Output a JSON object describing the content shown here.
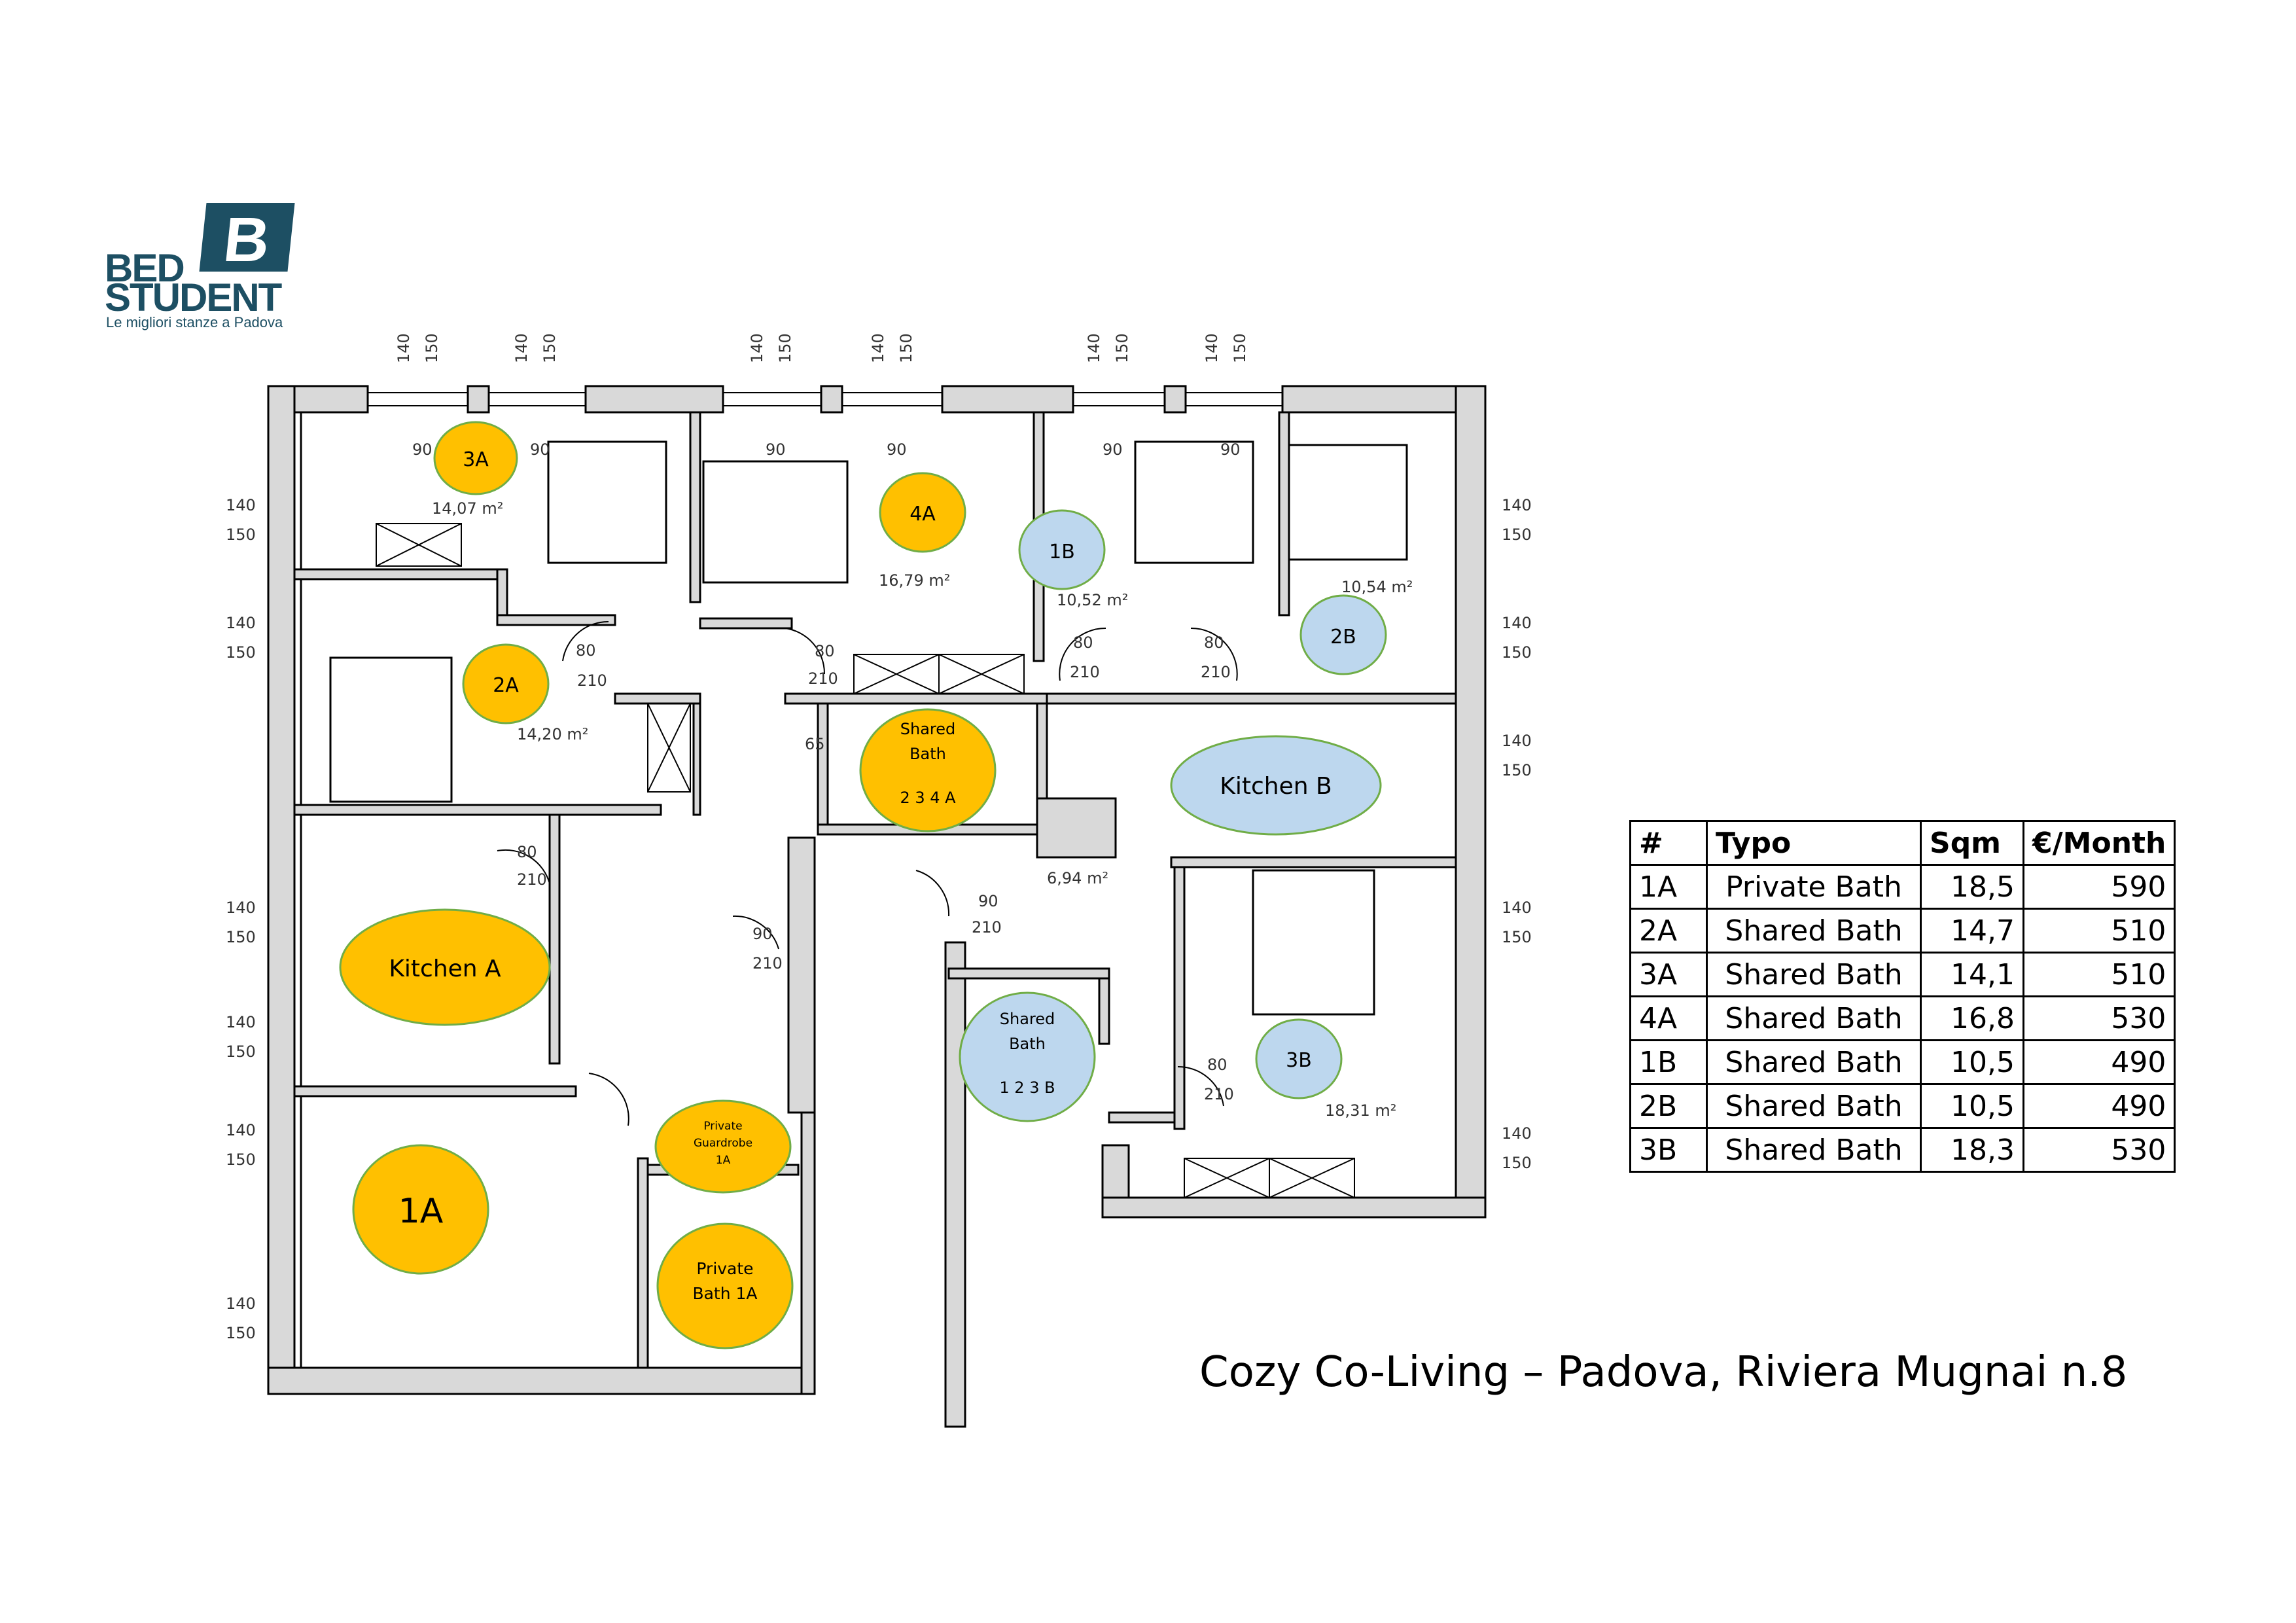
{
  "logo": {
    "mark": "B",
    "line1": "BED",
    "line2": "STUDENT",
    "tagline": "Le migliori stanze a Padova",
    "color": "#1d4f63"
  },
  "colors": {
    "a_unit_fill": "#ffc000",
    "b_unit_fill": "#bdd7ee",
    "oval_border": "#70ad47",
    "wall_fill": "#d9d9d9",
    "wall_stroke": "#000000"
  },
  "rooms": {
    "r3A": {
      "label": "3A",
      "area": "14,07 m²"
    },
    "r4A": {
      "label": "4A",
      "area": "16,79 m²"
    },
    "r1B": {
      "label": "1B",
      "area": "10,52 m²"
    },
    "r2B": {
      "label": "2B",
      "area": "10,54 m²"
    },
    "r2A": {
      "label": "2A",
      "area": "14,20 m²"
    },
    "r3B": {
      "label": "3B",
      "area": "18,31 m²"
    },
    "r1A": {
      "label": "1A"
    },
    "kitchenA": {
      "label": "Kitchen A"
    },
    "kitchenB": {
      "label": "Kitchen B"
    },
    "sharedBathA": {
      "line1": "Shared",
      "line2": "Bath",
      "line3": "2 3 4 A"
    },
    "sharedBathB": {
      "line1": "Shared",
      "line2": "Bath",
      "line3": "1 2 3 B"
    },
    "guardrobe": {
      "line1": "Private",
      "line2": "Guardrobe",
      "line3": "1A"
    },
    "privateBath": {
      "line1": "Private",
      "line2": "Bath 1A"
    },
    "hallArea": "6,94 m²"
  },
  "dims": {
    "d140": "140",
    "d150": "150",
    "d90": "90",
    "d80": "80",
    "d210": "210",
    "d65": "65"
  },
  "table": {
    "headers": [
      "#",
      "Typo",
      "Sqm",
      "€/Month"
    ],
    "rows": [
      [
        "1A",
        "Private Bath",
        "18,5",
        "590"
      ],
      [
        "2A",
        "Shared Bath",
        "14,7",
        "510"
      ],
      [
        "3A",
        "Shared Bath",
        "14,1",
        "510"
      ],
      [
        "4A",
        "Shared Bath",
        "16,8",
        "530"
      ],
      [
        "1B",
        "Shared Bath",
        "10,5",
        "490"
      ],
      [
        "2B",
        "Shared Bath",
        "10,5",
        "490"
      ],
      [
        "3B",
        "Shared Bath",
        "18,3",
        "530"
      ]
    ]
  },
  "caption": "Cozy Co-Living – Padova, Riviera Mugnai n.8"
}
